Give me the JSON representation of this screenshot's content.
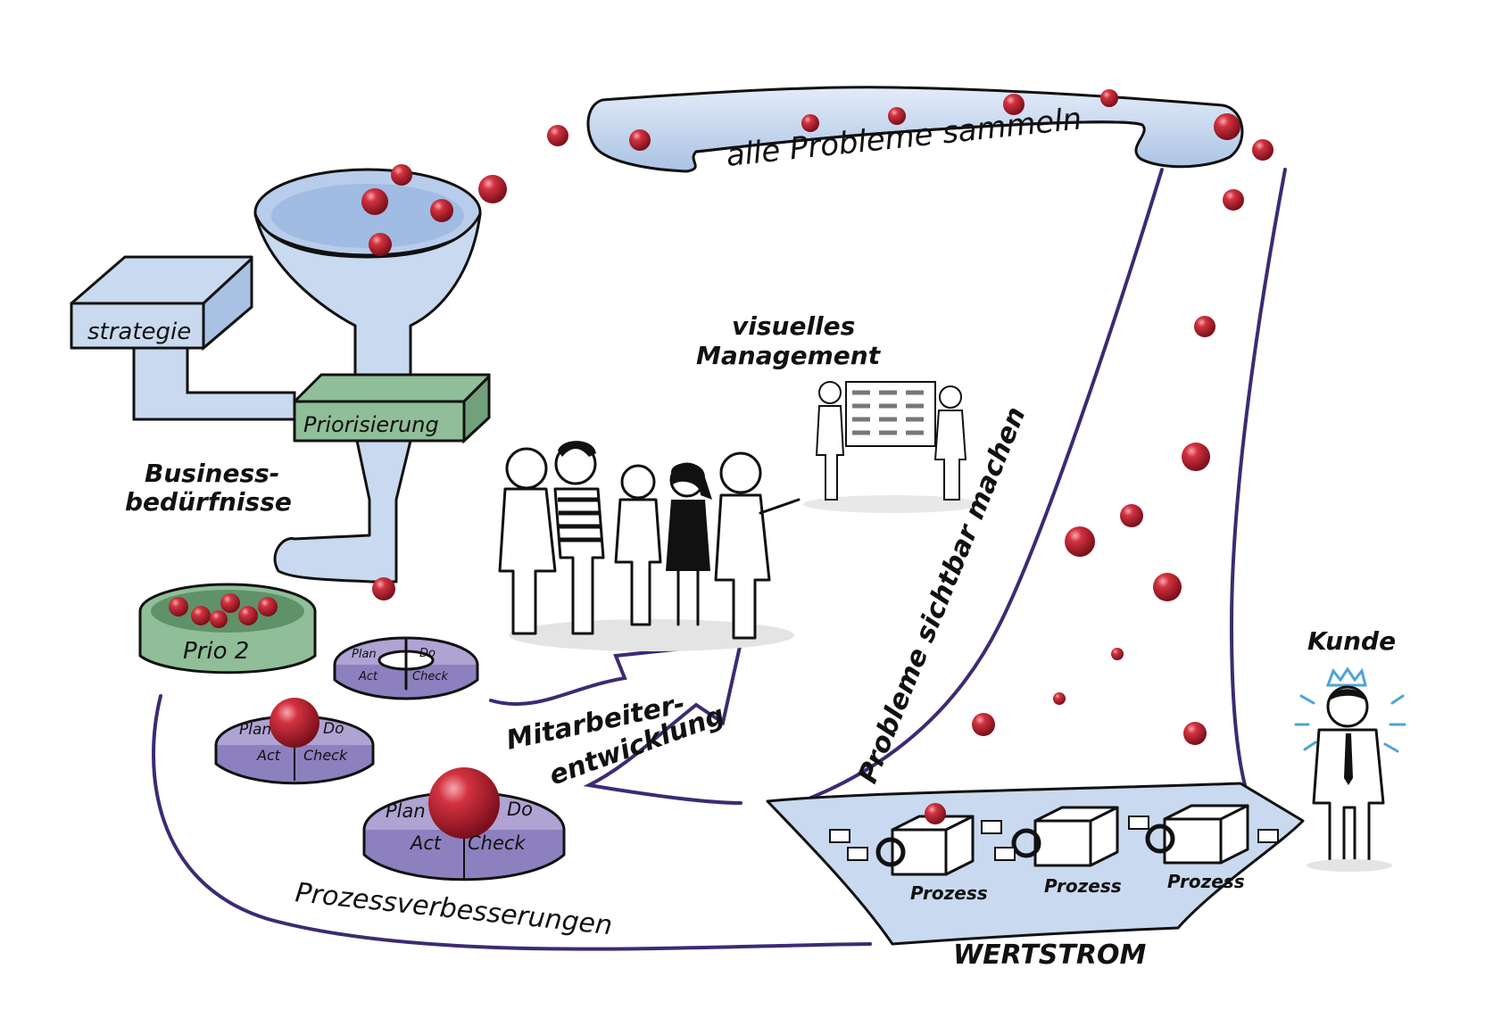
{
  "colors": {
    "box_blue": "#c9d9ef",
    "box_blue_dark": "#a9c2e4",
    "box_green": "#8fbe98",
    "pdca_purple": "#aea3d2",
    "pdca_purple_dark": "#8d80bf",
    "ball_red": "#b01e2f",
    "flow_line": "#3d2a73",
    "crown": "#4da3d8"
  },
  "labels": {
    "alle_probleme": "alle Probleme sammeln",
    "strategie": "strategie",
    "priorisierung": "Priorisierung",
    "business_1": "Business-",
    "business_2": "bedürfnisse",
    "prio2": "Prio 2",
    "visuelles_1": "visuelles",
    "visuelles_2": "Management",
    "mitarbeiter_1": "Mitarbeiter-",
    "mitarbeiter_2": "entwicklung",
    "probleme_sichtbar": "Probleme sichtbar machen",
    "kunde": "Kunde",
    "prozess_1": "Prozess",
    "prozess_2": "Prozess",
    "prozess_3": "Prozess",
    "wertstrom": "WERTSTROM",
    "prozessverbesserungen": "Prozessverbesserungen"
  },
  "pdca": {
    "plan": "Plan",
    "do": "Do",
    "act": "Act",
    "check": "Check"
  },
  "icons": {
    "funnel": "funnel-icon",
    "tray": "tray-icon",
    "people": "people-icon",
    "board": "board-icon",
    "customer": "customer-icon",
    "crown": "crown-icon"
  }
}
